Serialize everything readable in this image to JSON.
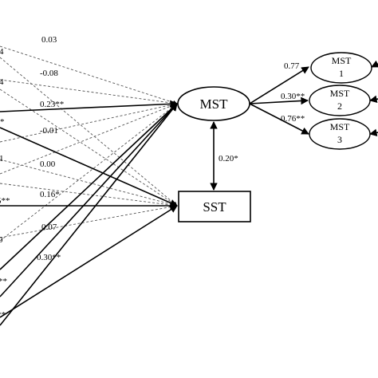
{
  "nodes": {
    "mst": {
      "label": "MST"
    },
    "sst": {
      "label": "SST"
    },
    "mst1": {
      "line1": "MST",
      "line2": "1"
    },
    "mst2": {
      "line1": "MST",
      "line2": "2"
    },
    "mst3": {
      "line1": "MST",
      "line2": "3"
    }
  },
  "coefficients": {
    "c1": "0.03",
    "c2": "-0.08",
    "c3": "0.23**",
    "c4": "-0.01",
    "c5": "0.00",
    "c6": "0.16*",
    "c7": "0.07",
    "c8": "0.30**",
    "mst_sst": "0.20*",
    "mst1": "0.77",
    "mst2": "0.30**",
    "mst3": "0.76**"
  },
  "left_fragments": {
    "f1": "4",
    "f2": "4",
    "f3": "*",
    "f4": "1",
    "f5": "5**",
    "f6": "0",
    "f7": "**",
    "f8": "**"
  }
}
